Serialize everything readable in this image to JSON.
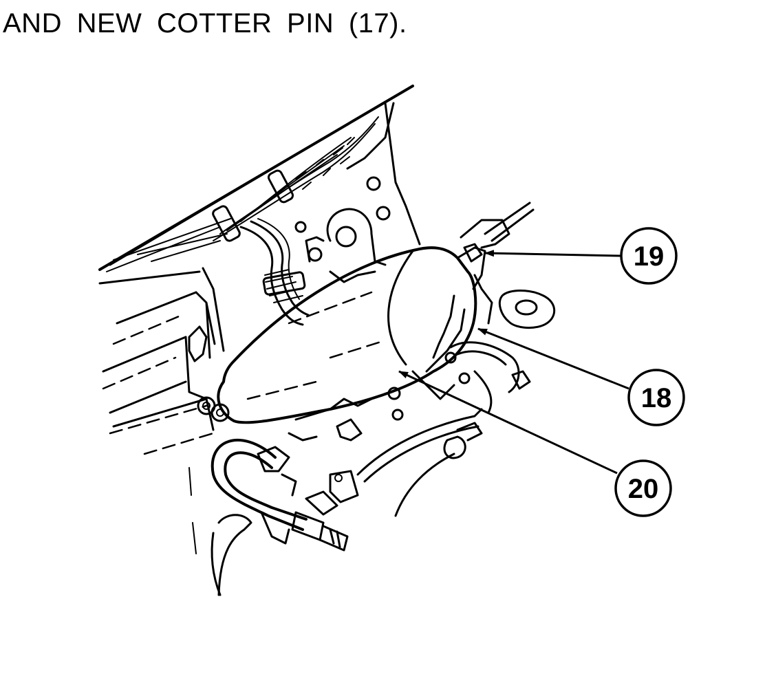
{
  "instruction": {
    "text": "AND NEW COTTER PIN (17)."
  },
  "callouts": [
    {
      "id": "19",
      "label": "19"
    },
    {
      "id": "18",
      "label": "18"
    },
    {
      "id": "20",
      "label": "20"
    }
  ]
}
